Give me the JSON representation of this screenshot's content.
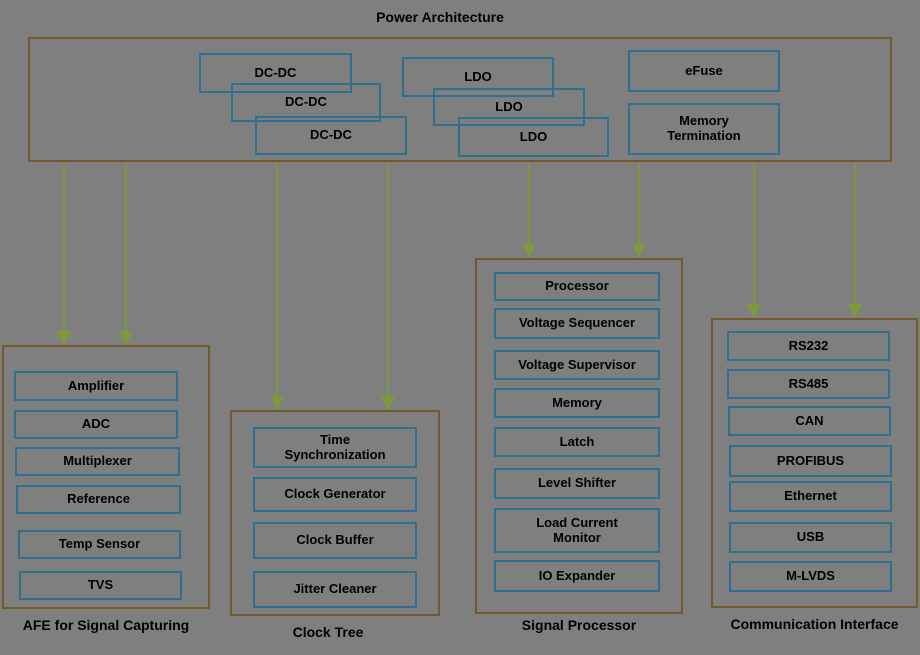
{
  "title": "Power Architecture",
  "colors": {
    "background": "#7F7F7F",
    "frame": "#73592B",
    "box_border": "#2F7091",
    "arrow": "#7C9A3B",
    "text": "#000000"
  },
  "power_section": {
    "boxes": [
      "DC-DC",
      "DC-DC",
      "DC-DC",
      "LDO",
      "LDO",
      "LDO",
      "eFuse",
      "Memory\nTermination"
    ]
  },
  "groups": [
    {
      "caption": "AFE for Signal Capturing",
      "items": [
        "Amplifier",
        "ADC",
        "Multiplexer",
        "Reference",
        "Temp Sensor",
        "TVS"
      ]
    },
    {
      "caption": "Clock Tree",
      "items": [
        "Time\nSynchronization",
        "Clock Generator",
        "Clock Buffer",
        "Jitter Cleaner"
      ]
    },
    {
      "caption": "Signal Processor",
      "items": [
        "Processor",
        "Voltage Sequencer",
        "Voltage Supervisor",
        "Memory",
        "Latch",
        "Level Shifter",
        "Load Current\nMonitor",
        "IO Expander"
      ]
    },
    {
      "caption": "Communication Interface",
      "items": [
        "RS232",
        "RS485",
        "CAN",
        "PROFIBUS",
        "Ethernet",
        "USB",
        "M-LVDS"
      ]
    }
  ]
}
